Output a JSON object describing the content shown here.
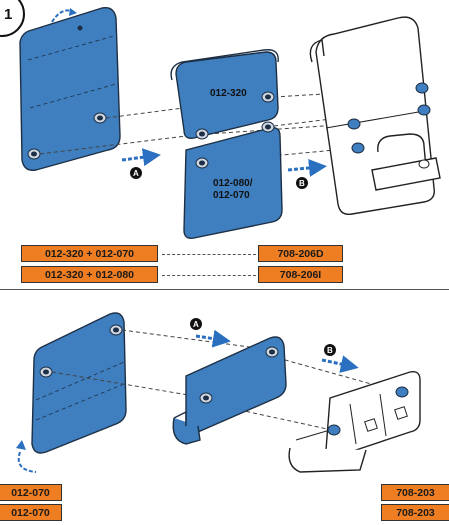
{
  "top": {
    "step_number": "1",
    "plate_mid_label": "012-320",
    "plate_low_label_line1": "012-080/",
    "plate_low_label_line2": "012-070",
    "step_a": "A",
    "step_b": "B",
    "combinations": [
      {
        "parts": "012-320 + 012-070",
        "code": "708-206D"
      },
      {
        "parts": "012-320 + 012-080",
        "code": "708-206I"
      }
    ]
  },
  "bottom": {
    "step_a": "A",
    "step_b": "B",
    "left_codes": [
      "012-070",
      "012-070"
    ],
    "right_codes": [
      "708-203",
      "708-203"
    ]
  },
  "colors": {
    "plate_blue": "#3f7fbf",
    "accent_orange": "#ef7d22",
    "arrow_blue": "#2a6fc0"
  }
}
